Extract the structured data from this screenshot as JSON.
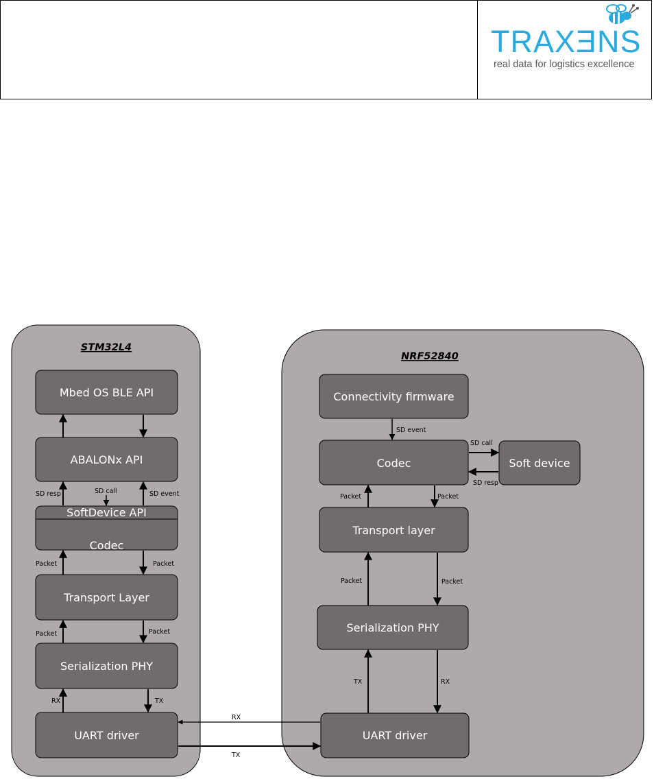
{
  "header": {
    "logo": {
      "word": "TRAXƎNS",
      "tagline": "real data for logistics excellence",
      "brand_color": "#2aa9dc"
    }
  },
  "diagram": {
    "left_panel": {
      "title": "STM32L4",
      "blocks": {
        "mbed": "Mbed OS BLE API",
        "abalon": "ABALONx API",
        "softdevice_api": "SoftDevice API",
        "codec": "Codec",
        "transport": "Transport Layer",
        "serial": "Serialization PHY",
        "uart": "UART driver"
      },
      "arrow_labels": {
        "sd_resp": "SD resp",
        "sd_call": "SD call",
        "sd_event": "SD event",
        "packet_1": "Packet",
        "packet_2": "Packet",
        "packet_3": "Packet",
        "packet_4": "Packet",
        "rx": "RX",
        "tx": "TX"
      }
    },
    "right_panel": {
      "title": "NRF52840",
      "blocks": {
        "connectivity": "Connectivity firmware",
        "codec": "Codec",
        "soft_device": "Soft device",
        "transport": "Transport layer",
        "serial": "Serialization PHY",
        "uart": "UART driver"
      },
      "arrow_labels": {
        "sd_event": "SD event",
        "sd_call": "SD call",
        "sd_resp": "SD resp",
        "packet_1": "Packet",
        "packet_2": "Packet",
        "packet_3": "Packet",
        "packet_4": "Packet",
        "tx": "TX",
        "rx": "RX"
      }
    },
    "link_labels": {
      "rx": "RX",
      "tx": "TX"
    },
    "colors": {
      "panel": "#aeaaa9",
      "block": "#716c6b",
      "border": "#000000"
    }
  }
}
